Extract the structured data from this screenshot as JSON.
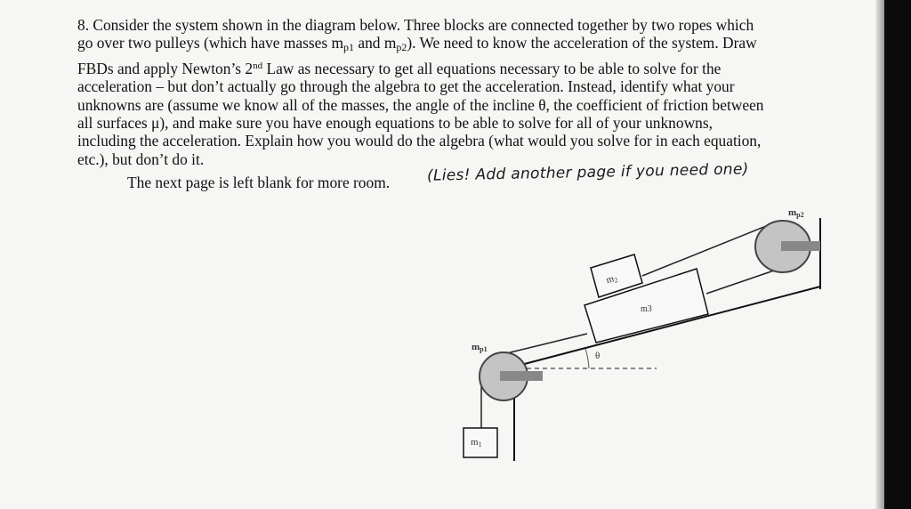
{
  "problem": {
    "number": "8.",
    "lines": [
      "8. Consider the system shown in the diagram below. Three blocks are connected together by two ropes which",
      "go over two pulleys (which have masses",
      "FBDs and apply Newton’s 2",
      "acceleration – but don’t actually go through the algebra to get the acceleration. Instead, identify what your",
      "unknowns are (assume we know all of the masses, the angle of the incline θ, the coefficient of friction between",
      "all surfaces μ), and make sure you have enough equations to be able to solve for all of your unknowns,",
      "including the acceleration. Explain how you would do the algebra (what would you solve for in each equation,",
      "etc.), but don’t do it."
    ],
    "line2_mid": "and",
    "line2_end": "). We need to know the acceleration of the system. Draw",
    "line3_sup": "nd",
    "line3_end": "Law as necessary to get all equations necessary to be able to solve for the",
    "m_base": "m",
    "sub_p1": "p1",
    "sub_p2": "p2"
  },
  "next_page_text": "The next page is left blank for more room.",
  "handwritten_note": "(Lies! Add another page if you need one)",
  "diagram": {
    "label_m1": "m",
    "label_m1_sub": "1",
    "label_m2": "m",
    "label_m2_sub": "2",
    "label_m3": "m3",
    "label_mp1": "m",
    "label_mp1_sub": "p1",
    "label_mp2": "m",
    "label_mp2_sub": "p2",
    "label_theta": "θ"
  }
}
